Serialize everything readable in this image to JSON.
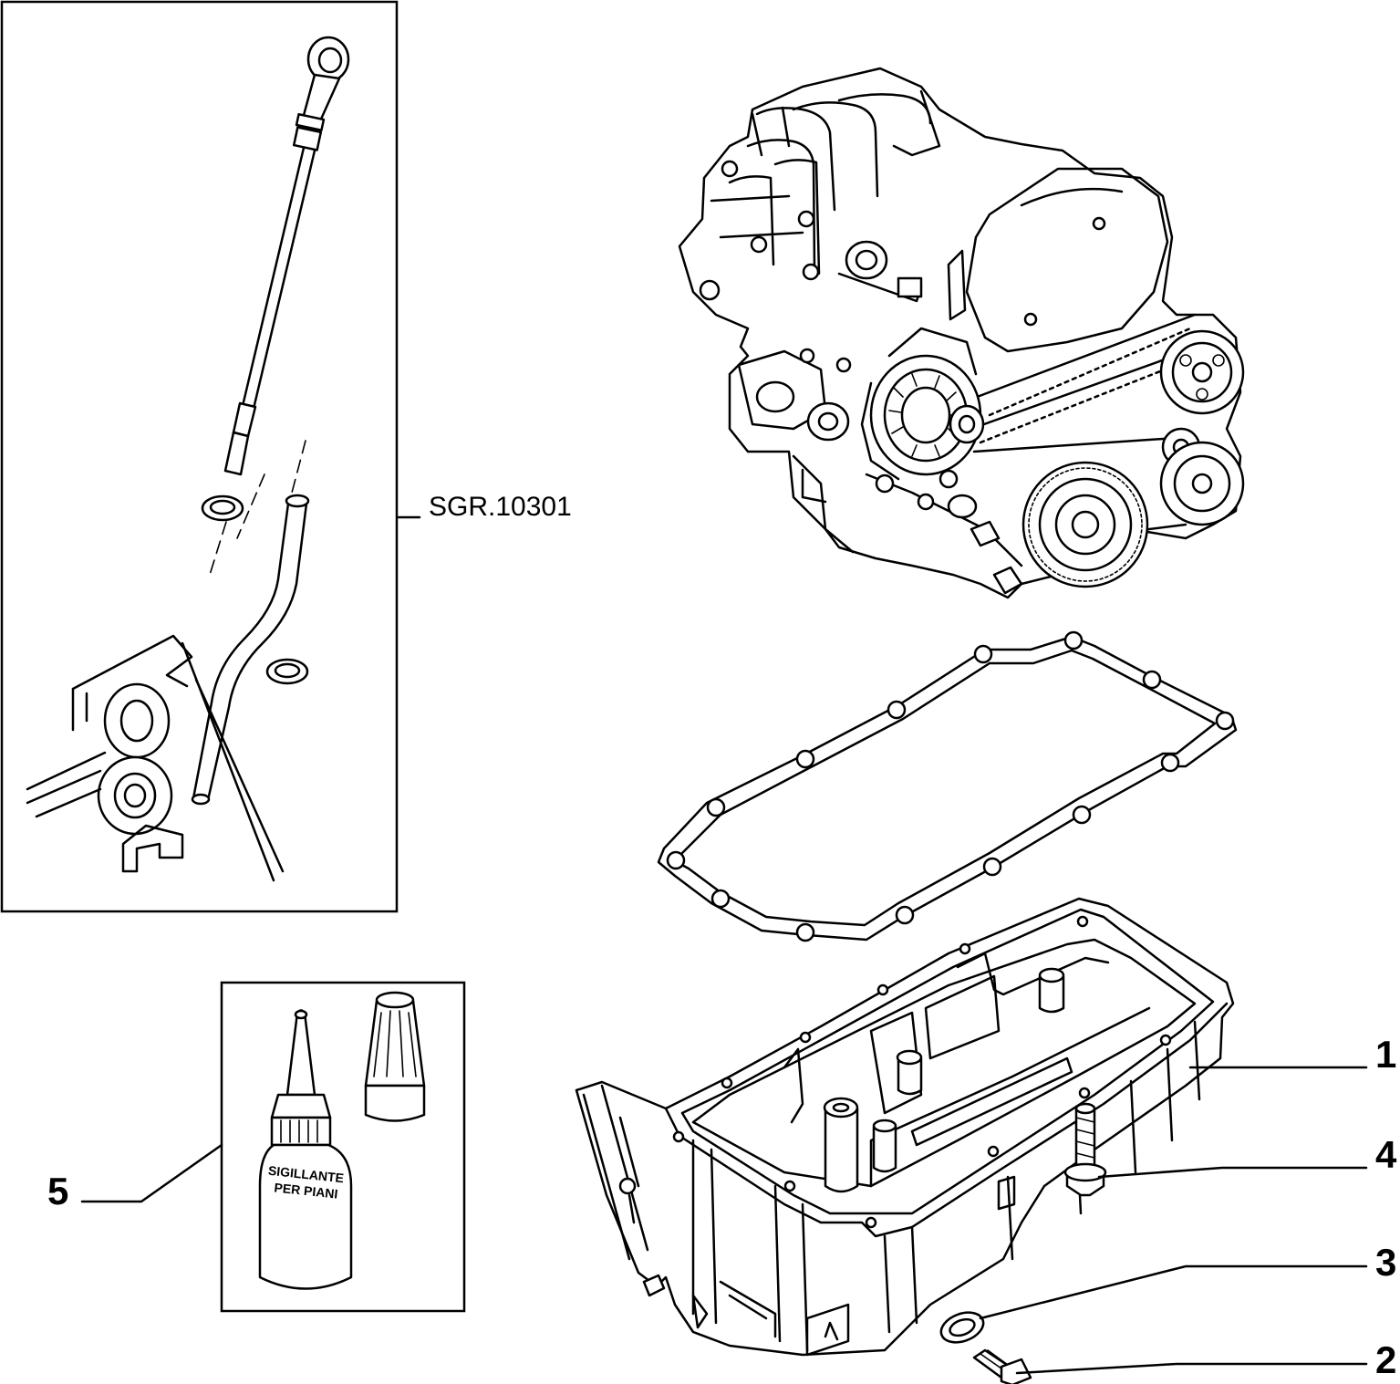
{
  "kit_reference": "SGR.10301",
  "sealant_label": [
    "SIGILLANTE",
    "PER PIANI"
  ],
  "callouts": [
    {
      "number": "1",
      "part": "oil-pan"
    },
    {
      "number": "2",
      "part": "drain-plug"
    },
    {
      "number": "3",
      "part": "drain-plug-washer"
    },
    {
      "number": "4",
      "part": "oil-pan-bolt"
    },
    {
      "number": "5",
      "part": "sealant-kit"
    }
  ]
}
